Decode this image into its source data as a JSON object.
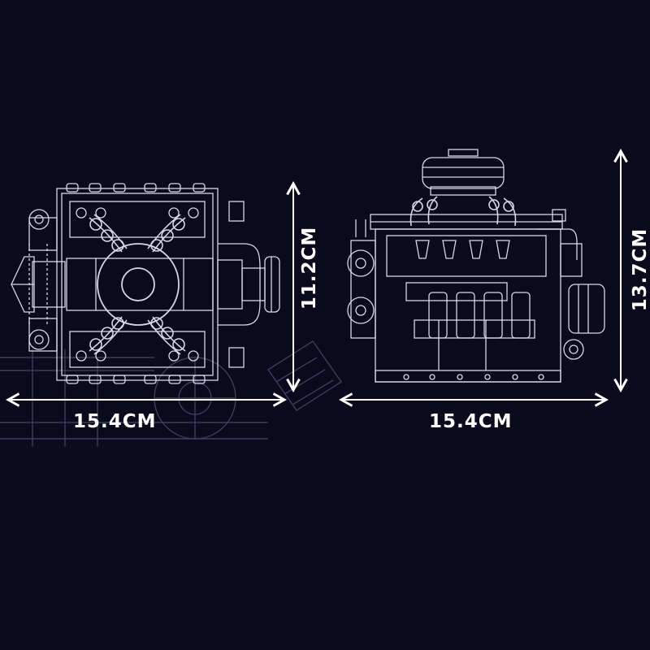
{
  "colors": {
    "background": "#0b0a1c",
    "line_art": "#d6d6e6",
    "arrow": "#ffffff",
    "faint_sketch": "#3c3d58"
  },
  "views": {
    "top_view": {
      "width_label": "15.4CM",
      "height_label": "11.2CM"
    },
    "front_view": {
      "width_label": "15.4CM",
      "height_label": "13.7CM"
    }
  }
}
